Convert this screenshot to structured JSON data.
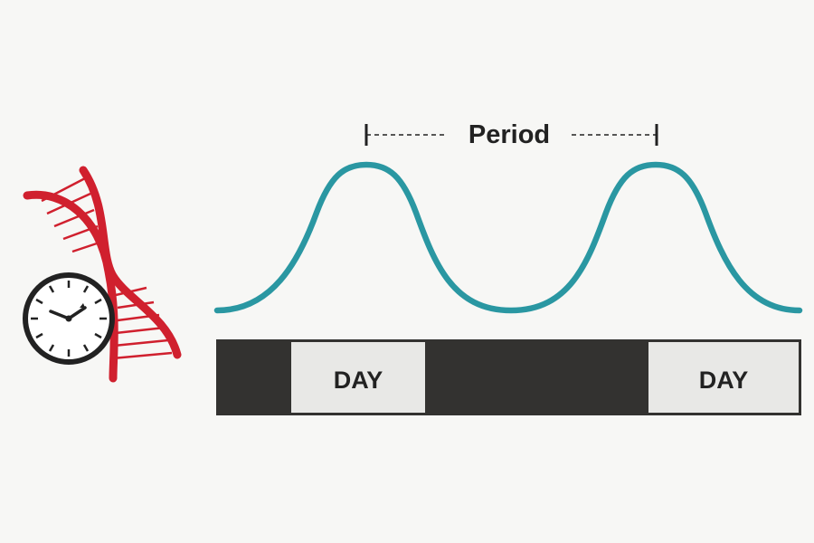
{
  "period_label": "Period",
  "day_labels": [
    "DAY",
    "DAY"
  ],
  "icons": {
    "dna": "dna-helix-icon",
    "clock": "clock-icon"
  },
  "colors": {
    "background": "#f7f7f5",
    "wave": "#2a97a2",
    "dna": "#d0202e",
    "night_block": "#333230",
    "day_block": "#e8e8e6",
    "text": "#222222"
  }
}
